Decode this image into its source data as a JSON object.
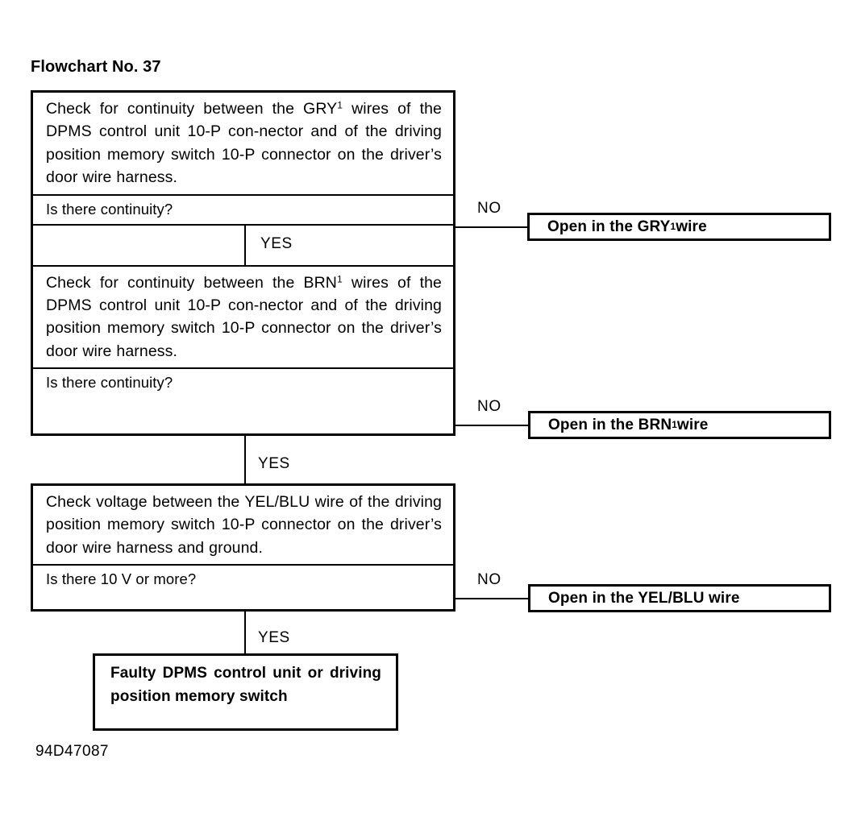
{
  "title": "Flowchart No. 37",
  "figure_code": "94D47087",
  "labels": {
    "no": "NO",
    "yes": "YES"
  },
  "steps": [
    {
      "id": "check-gry",
      "instruction_prefix": "Check for continuity between the GRY",
      "instruction_superscript": "1",
      "instruction_suffix": " wires of the DPMS control unit 10-P con-nector and of the driving position memory switch 10-P connector on the  driver’s door wire harness.",
      "instruction_full": "Check for continuity between the GRY¹ wires of the DPMS control unit 10-P connector and of the driving position memory switch 10-P connector on the driver’s door wire harness.",
      "question": "Is there continuity?",
      "no_label": "NO",
      "yes_label": "YES",
      "no_result_prefix": "Open in the GRY",
      "no_result_superscript": "1",
      "no_result_suffix": " wire",
      "no_result_full": "Open in the GRY¹ wire"
    },
    {
      "id": "check-brn",
      "instruction_prefix": "Check for continuity between the BRN",
      "instruction_superscript": "1",
      "instruction_suffix": " wires of the DPMS control unit 10-P con-nector and of the driving position memory switch 10-P connector on the driver’s door wire harness.",
      "instruction_full": "Check for continuity between the BRN¹ wires of the DPMS control unit 10-P connector and of the driving position memory switch 10-P connector on the driver’s door wire harness.",
      "question": "Is there continuity?",
      "no_label": "NO",
      "yes_label": "YES",
      "no_result_prefix": "Open in the BRN",
      "no_result_superscript": "1",
      "no_result_suffix": " wire",
      "no_result_full": "Open in the BRN¹ wire"
    },
    {
      "id": "check-yelblu",
      "instruction_prefix": "Check voltage between the YEL/BLU wire of the driving position memory switch 10-P connector on the driver’s door wire harness and ground.",
      "instruction_superscript": "",
      "instruction_suffix": "",
      "instruction_full": "Check voltage between the YEL/BLU wire of the driving position memory switch 10-P connector on the driver’s door wire harness and ground.",
      "question": "Is there 10 V or more?",
      "no_label": "NO",
      "yes_label": "YES",
      "no_result_prefix": "Open in the YEL/BLU wire",
      "no_result_superscript": "",
      "no_result_suffix": "",
      "no_result_full": "Open in the YEL/BLU wire"
    }
  ],
  "terminal": {
    "text": "Faulty DPMS control unit or driving position memory switch"
  },
  "colors": {
    "ink": "#000000",
    "paper": "#ffffff"
  }
}
